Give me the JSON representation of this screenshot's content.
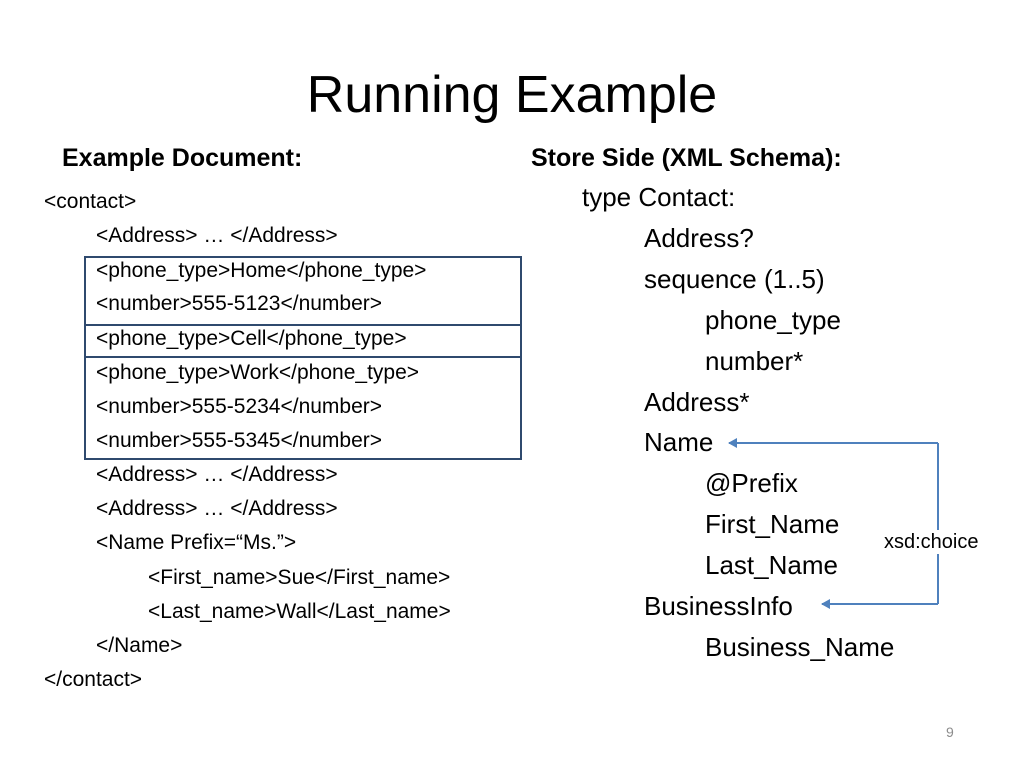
{
  "slide": {
    "title": "Running Example",
    "page_number": "9"
  },
  "left": {
    "heading": "Example Document:",
    "lines": [
      "<contact>",
      "<Address>    …    </Address>",
      "<phone_type>Home</phone_type>",
      "<number>555-5123</number>",
      "<phone_type>Cell</phone_type>",
      "<phone_type>Work</phone_type>",
      "<number>555-5234</number>",
      "<number>555-5345</number>",
      "<Address>    …    </Address>",
      "<Address>    …    </Address>",
      "<Name Prefix=“Ms.”>",
      "<First_name>Sue</First_name>",
      "<Last_name>Wall</Last_name>",
      "</Name>",
      "</contact>"
    ]
  },
  "right": {
    "heading": "Store Side (XML Schema):",
    "lines": [
      "type Contact:",
      "Address?",
      "sequence (1..5)",
      "phone_type",
      "number*",
      "Address*",
      "Name",
      "@Prefix",
      "First_Name",
      "Last_Name",
      "BusinessInfo",
      "Business_Name"
    ],
    "choice_label": "xsd:choice"
  },
  "colors": {
    "box_border": "#2f4a6e",
    "arrow": "#4f81bd",
    "page_number": "#8c8c8c"
  }
}
